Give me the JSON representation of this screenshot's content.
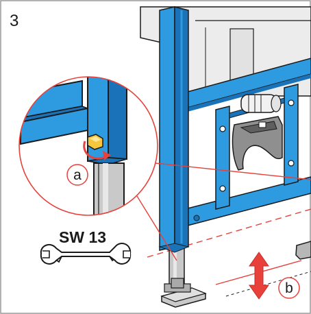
{
  "figure": {
    "step_number": "3",
    "callout_a": "a",
    "callout_b": "b",
    "tool_label": "SW 13",
    "colors": {
      "frame_blue": "#2e9be0",
      "frame_blue_dark": "#1a73b8",
      "outline": "#1a1a1a",
      "accent_red": "#e8403a",
      "gray": "#c9c9c9",
      "gray_dark": "#8f8f8f",
      "background": "#ffffff"
    }
  }
}
